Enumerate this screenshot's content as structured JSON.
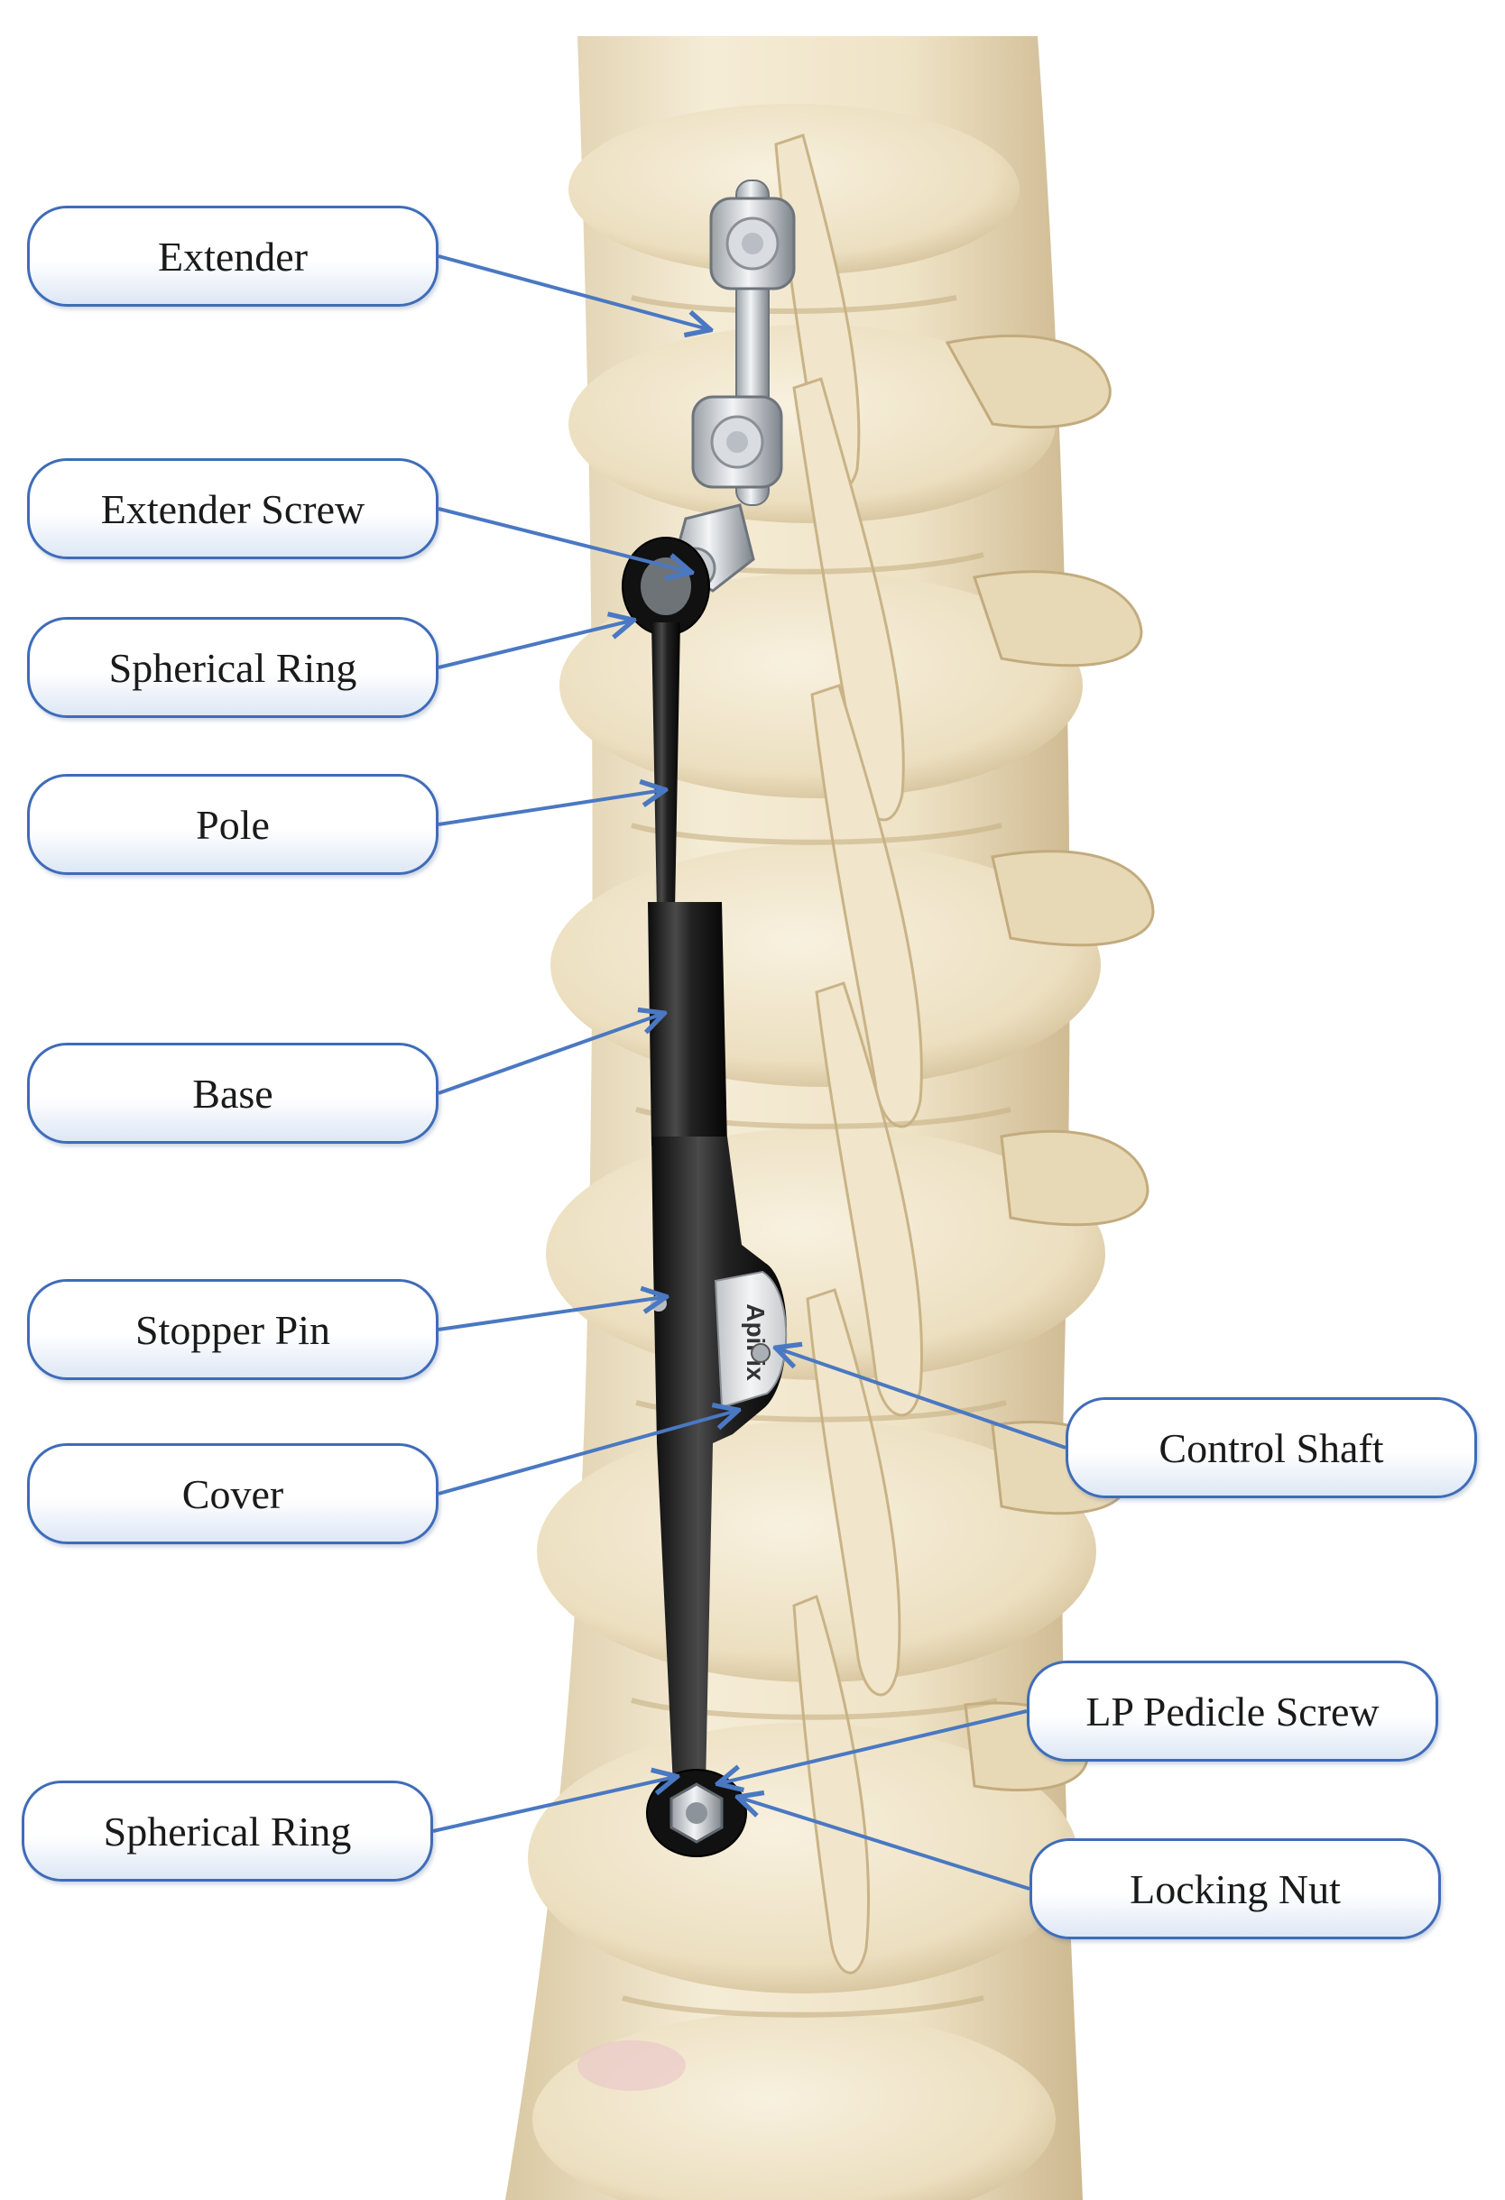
{
  "figure": {
    "background_color": "#ffffff",
    "bone_color": "#efe3c6",
    "rod_color": "#1c1c1c",
    "arrow_color": "#4a78c2",
    "label_border_color": "#3f6cb8",
    "rod_engraving": "ApiFix",
    "labels": {
      "extender": "Extender",
      "extender_screw": "Extender Screw",
      "spherical_ring_upper": "Spherical Ring",
      "pole": "Pole",
      "base": "Base",
      "stopper_pin": "Stopper Pin",
      "cover": "Cover",
      "control_shaft": "Control Shaft",
      "lp_pedicle_screw": "LP Pedicle Screw",
      "spherical_ring_lower": "Spherical Ring",
      "locking_nut": "Locking Nut"
    }
  }
}
